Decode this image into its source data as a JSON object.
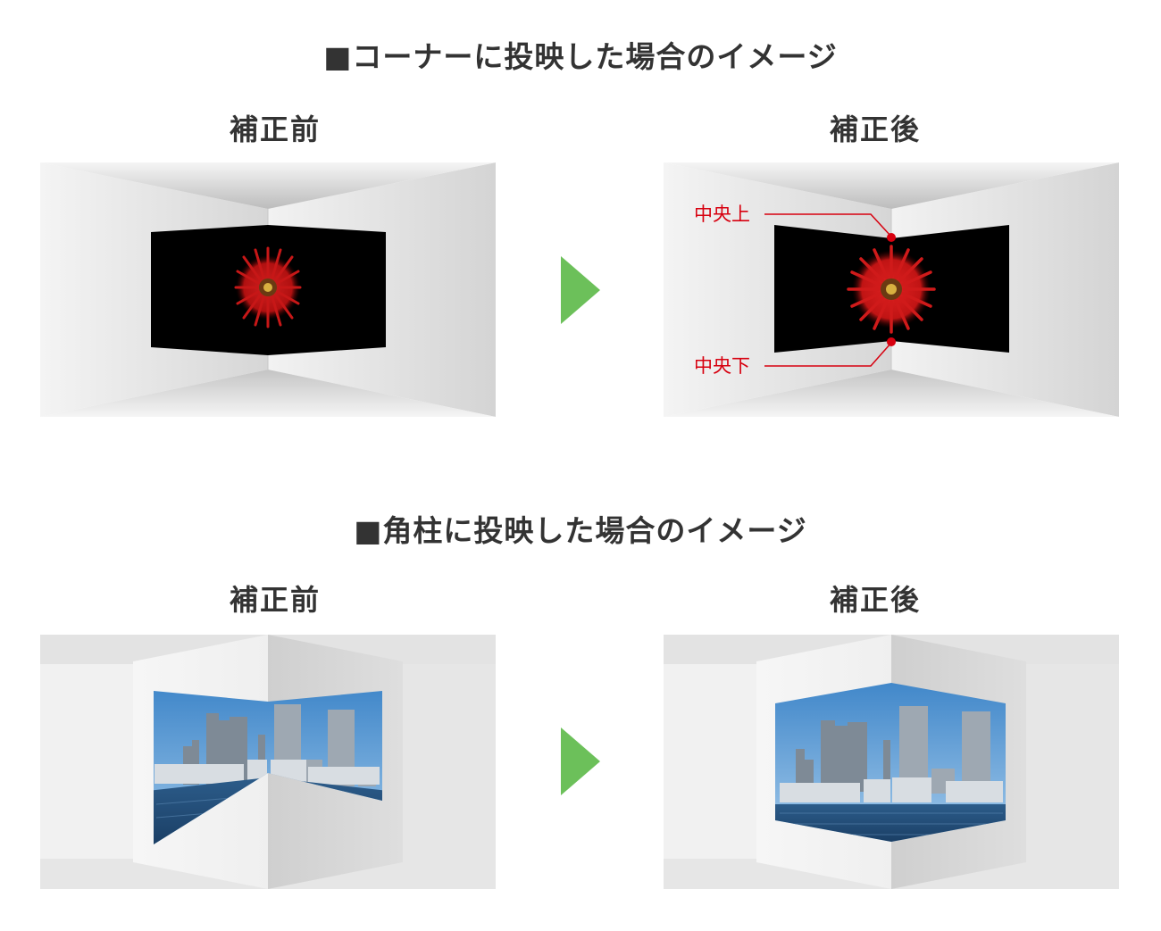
{
  "sections": [
    {
      "title": "■コーナーに投映した場合のイメージ",
      "before_label": "補正前",
      "after_label": "補正後"
    },
    {
      "title": "■角柱に投映した場合のイメージ",
      "before_label": "補正前",
      "after_label": "補正後"
    }
  ],
  "callouts": {
    "center_top": "中央上",
    "center_bottom": "中央下"
  },
  "colors": {
    "arrow": "#6cc05a",
    "callout": "#d7000f",
    "heading": "#333333"
  }
}
